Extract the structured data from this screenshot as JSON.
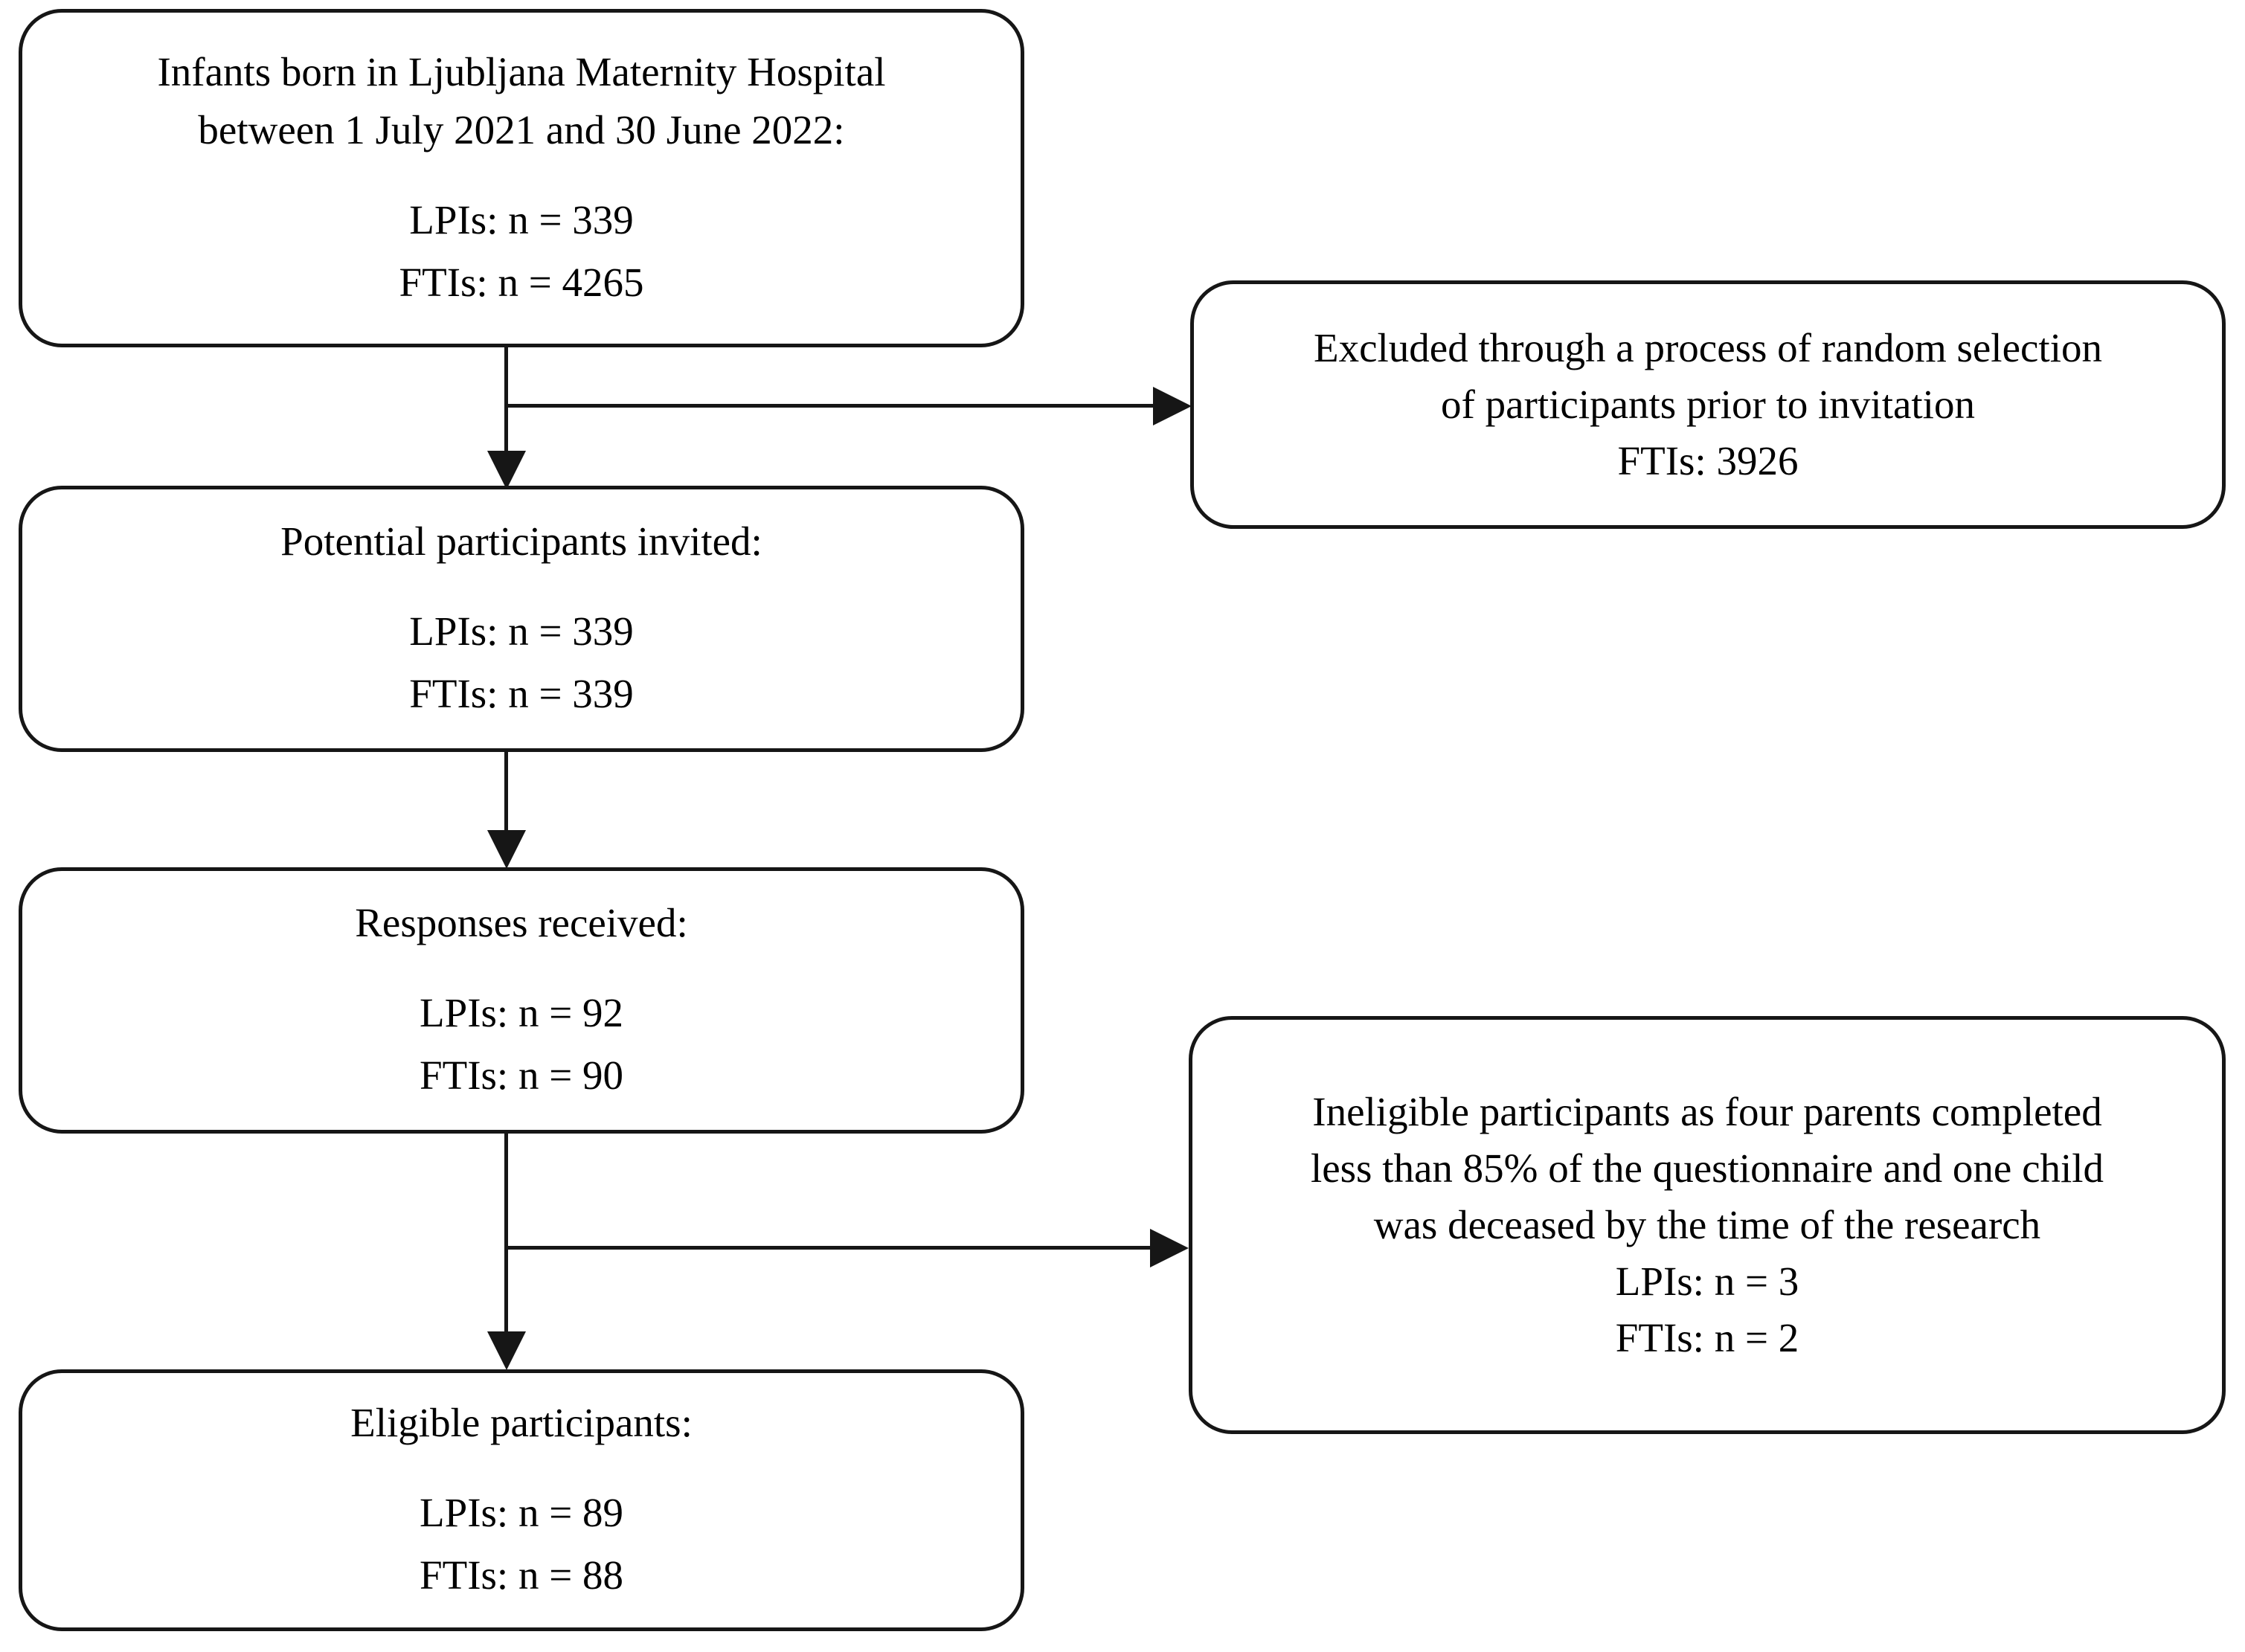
{
  "figure": {
    "type": "flowchart",
    "background_color": "#ffffff",
    "border_color": "#161616",
    "text_color": "#000000"
  },
  "boxes": {
    "source": {
      "line1": "Infants born in Ljubljana Maternity Hospital",
      "line2": "between 1 July 2021 and 30 June 2022:",
      "stat1": "LPIs: n = 339",
      "stat2": "FTIs: n = 4265"
    },
    "excluded": {
      "line1": "Excluded through a process of random selection",
      "line2": "of participants prior to invitation",
      "stat1": "FTIs: 3926"
    },
    "invited": {
      "line1": "Potential participants invited:",
      "stat1": "LPIs: n = 339",
      "stat2": "FTIs: n = 339"
    },
    "responses": {
      "line1": "Responses received:",
      "stat1": "LPIs: n = 92",
      "stat2": "FTIs: n = 90"
    },
    "ineligible": {
      "line1": "Ineligible participants as four parents completed",
      "line2": "less than 85% of the questionnaire and one child",
      "line3": "was deceased by the time of the research",
      "stat1": "LPIs: n = 3",
      "stat2": "FTIs: n = 2"
    },
    "eligible": {
      "line1": "Eligible participants:",
      "stat1": "LPIs: n = 89",
      "stat2": "FTIs: n = 88"
    }
  },
  "edges": [
    {
      "from": "source",
      "to": "invited",
      "style": "arrow-down"
    },
    {
      "from": "source-invited-connector",
      "to": "excluded",
      "style": "arrow-right"
    },
    {
      "from": "invited",
      "to": "responses",
      "style": "arrow-down"
    },
    {
      "from": "responses",
      "to": "eligible",
      "style": "arrow-down"
    },
    {
      "from": "responses-eligible-connector",
      "to": "ineligible",
      "style": "arrow-right"
    }
  ]
}
